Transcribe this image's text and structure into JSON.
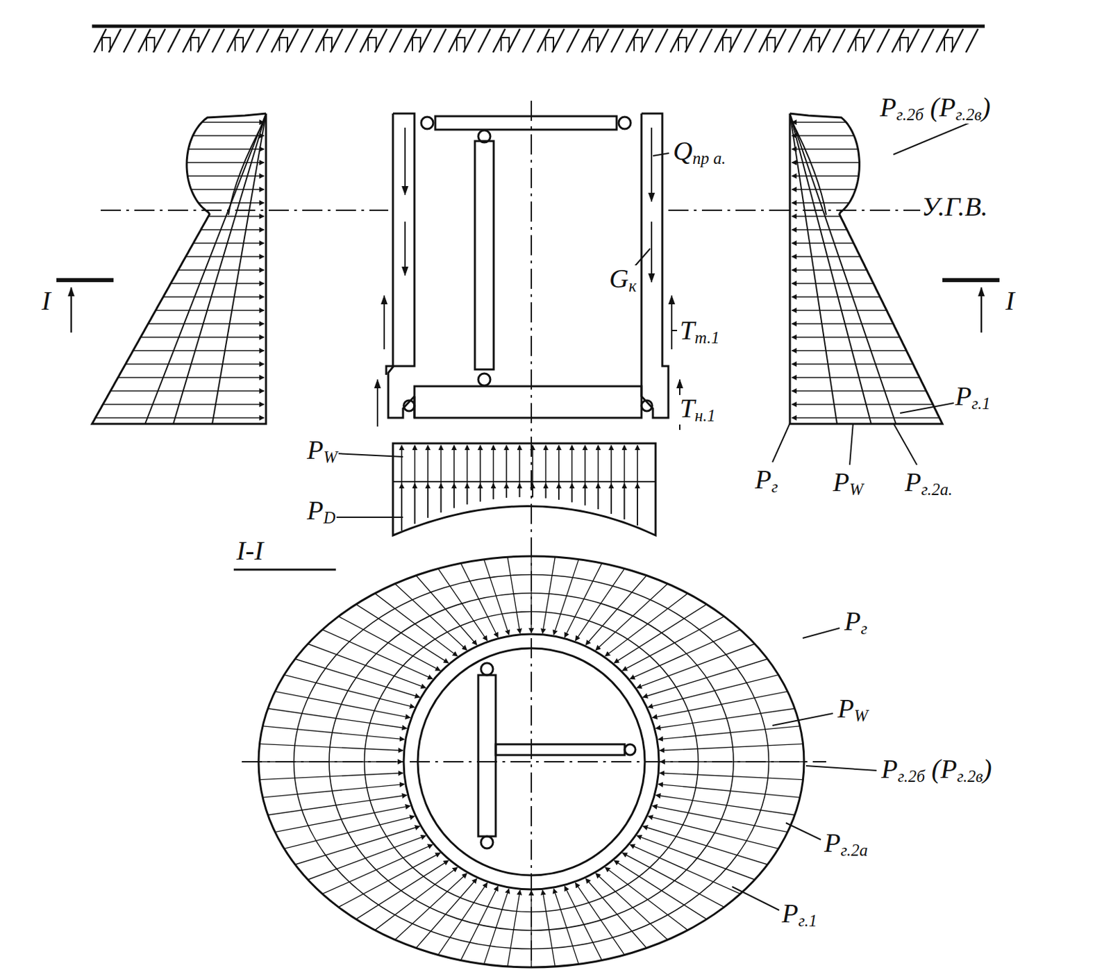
{
  "diagram": {
    "labels": [
      "Pг.2б (Pг.2в)",
      "Qпр а.",
      "У.Г.В.",
      "Gк",
      "I",
      "I",
      "Tт.1",
      "Tн.1",
      "Pг.1",
      "PW",
      "PD",
      "Pг",
      "PW",
      "Pг.2а.",
      "I-I",
      "Pг",
      "PW",
      "Pг.2б (Pг.2в)",
      "Pг.2а",
      "Pг.1"
    ]
  }
}
